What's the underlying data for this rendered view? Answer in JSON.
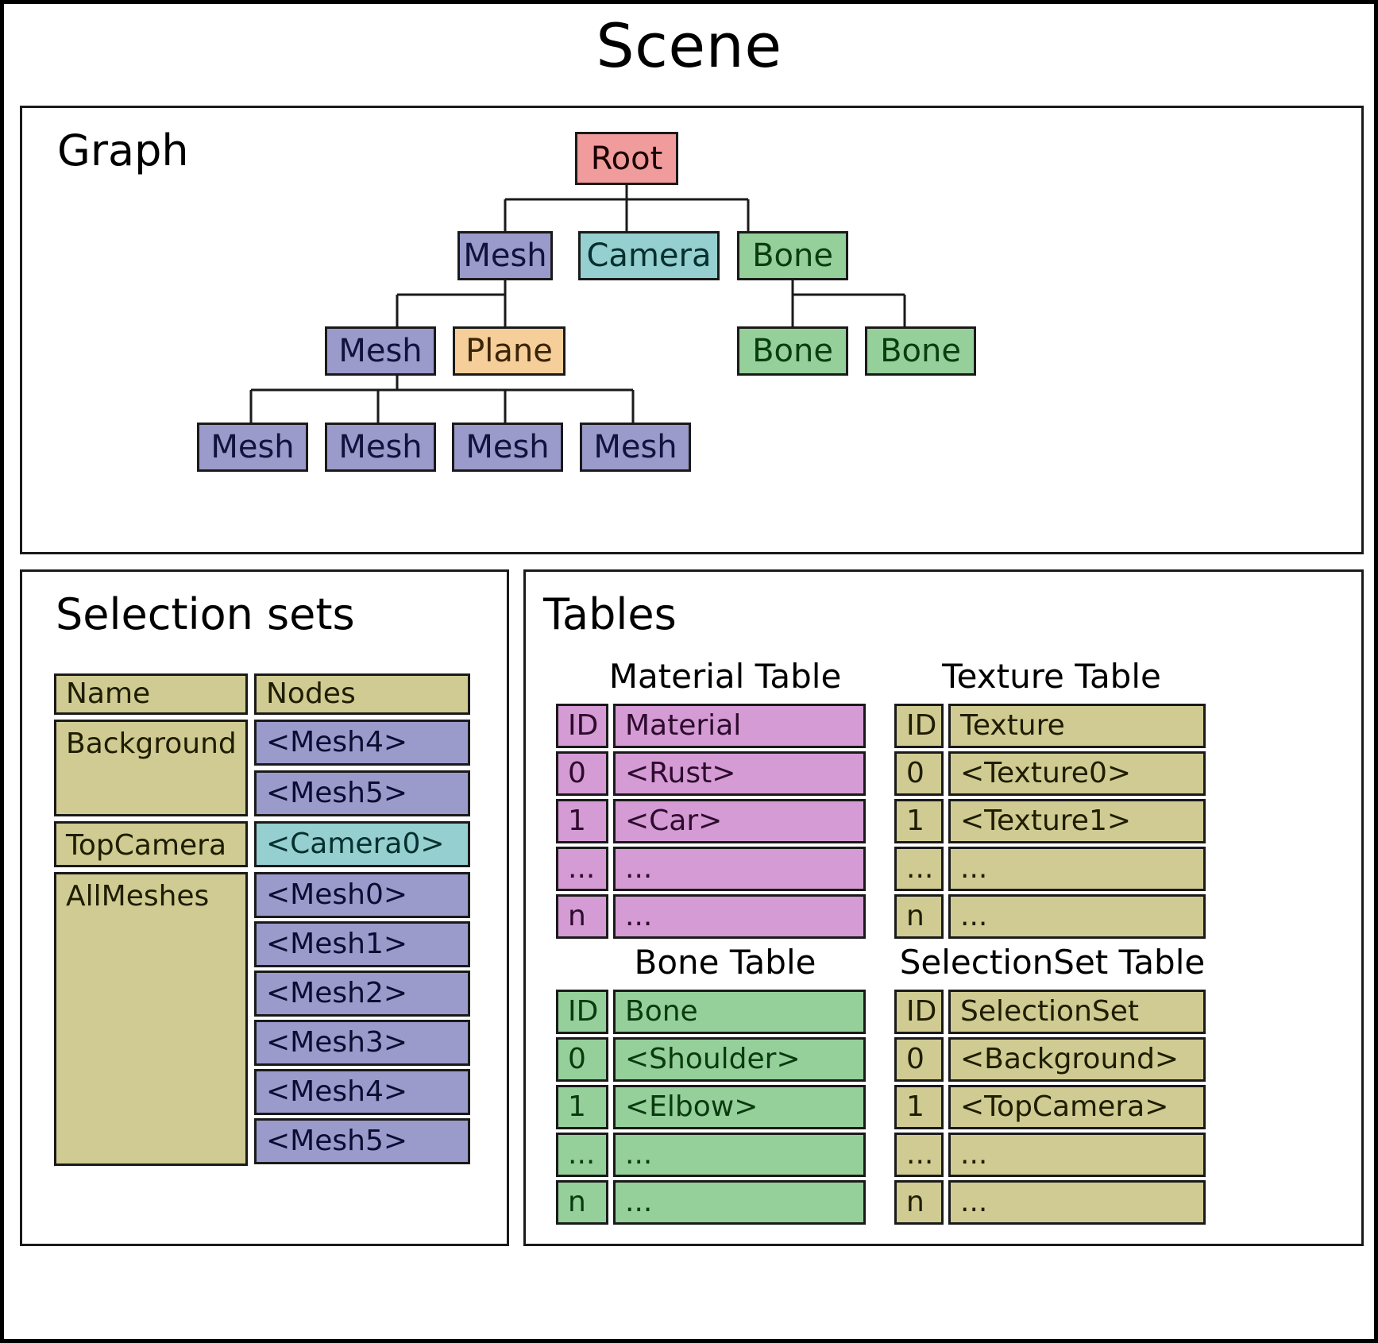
{
  "title": "Scene",
  "panels": {
    "graph": {
      "heading": "Graph"
    },
    "selection_sets": {
      "heading": "Selection sets"
    },
    "tables": {
      "heading": "Tables"
    }
  },
  "graph": {
    "nodes": [
      {
        "id": "root",
        "label": "Root",
        "type": "root"
      },
      {
        "id": "mesh_a",
        "label": "Mesh",
        "type": "mesh"
      },
      {
        "id": "camera",
        "label": "Camera",
        "type": "camera"
      },
      {
        "id": "bone_a",
        "label": "Bone",
        "type": "bone"
      },
      {
        "id": "mesh_b",
        "label": "Mesh",
        "type": "mesh"
      },
      {
        "id": "plane",
        "label": "Plane",
        "type": "plane"
      },
      {
        "id": "bone_b",
        "label": "Bone",
        "type": "bone"
      },
      {
        "id": "bone_c",
        "label": "Bone",
        "type": "bone"
      },
      {
        "id": "mesh_0",
        "label": "Mesh",
        "type": "mesh"
      },
      {
        "id": "mesh_1",
        "label": "Mesh",
        "type": "mesh"
      },
      {
        "id": "mesh_2",
        "label": "Mesh",
        "type": "mesh"
      },
      {
        "id": "mesh_3",
        "label": "Mesh",
        "type": "mesh"
      }
    ],
    "edges": [
      [
        "root",
        "mesh_a"
      ],
      [
        "root",
        "camera"
      ],
      [
        "root",
        "bone_a"
      ],
      [
        "mesh_a",
        "mesh_b"
      ],
      [
        "mesh_a",
        "plane"
      ],
      [
        "bone_a",
        "bone_b"
      ],
      [
        "bone_a",
        "bone_c"
      ],
      [
        "mesh_b",
        "mesh_0"
      ],
      [
        "mesh_b",
        "mesh_1"
      ],
      [
        "mesh_b",
        "mesh_2"
      ],
      [
        "mesh_b",
        "mesh_3"
      ]
    ],
    "colors": {
      "root": "#F19C9C",
      "mesh": "#9A9ACB",
      "camera": "#95CFCF",
      "bone": "#95CF9A",
      "plane": "#F5CE99"
    }
  },
  "selection_sets": {
    "headers": {
      "name": "Name",
      "nodes": "Nodes"
    },
    "rows": [
      {
        "name": "Background",
        "nodes": [
          "<Mesh4>",
          "<Mesh5>"
        ],
        "node_kind": "mesh"
      },
      {
        "name": "TopCamera",
        "nodes": [
          "<Camera0>"
        ],
        "node_kind": "camera"
      },
      {
        "name": "AllMeshes",
        "nodes": [
          "<Mesh0>",
          "<Mesh1>",
          "<Mesh2>",
          "<Mesh3>",
          "<Mesh4>",
          "<Mesh5>"
        ],
        "node_kind": "mesh"
      }
    ]
  },
  "tables": [
    {
      "id": "material",
      "title": "Material Table",
      "color": "#D49BD4",
      "headers": [
        "ID",
        "Material"
      ],
      "rows": [
        [
          "0",
          "<Rust>"
        ],
        [
          "1",
          "<Car>"
        ],
        [
          "...",
          "..."
        ],
        [
          "n",
          "..."
        ]
      ]
    },
    {
      "id": "texture",
      "title": "Texture Table",
      "color": "#CFCB92",
      "headers": [
        "ID",
        "Texture"
      ],
      "rows": [
        [
          "0",
          "<Texture0>"
        ],
        [
          "1",
          "<Texture1>"
        ],
        [
          "...",
          "..."
        ],
        [
          "n",
          "..."
        ]
      ]
    },
    {
      "id": "bone",
      "title": "Bone Table",
      "color": "#95CF9A",
      "headers": [
        "ID",
        "Bone"
      ],
      "rows": [
        [
          "0",
          "<Shoulder>"
        ],
        [
          "1",
          "<Elbow>"
        ],
        [
          "...",
          "..."
        ],
        [
          "n",
          "..."
        ]
      ]
    },
    {
      "id": "selectionset",
      "title": "SelectionSet Table",
      "color": "#CFCB92",
      "headers": [
        "ID",
        "SelectionSet"
      ],
      "rows": [
        [
          "0",
          "<Background>"
        ],
        [
          "1",
          "<TopCamera>"
        ],
        [
          "...",
          "..."
        ],
        [
          "n",
          "..."
        ]
      ]
    }
  ]
}
